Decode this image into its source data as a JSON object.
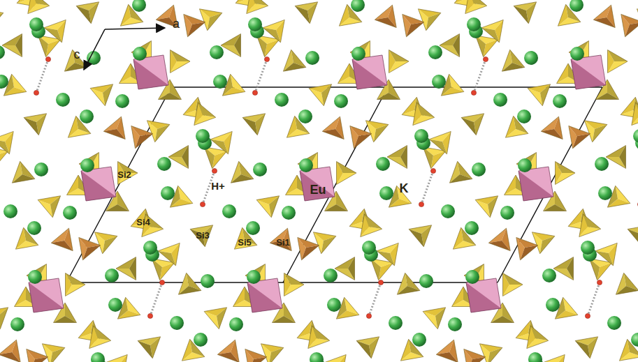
{
  "diagram": {
    "labels": [
      "a",
      "c",
      "Si2",
      "H+",
      "Eu",
      "K",
      "Si4",
      "Si3",
      "Si5",
      "Si1"
    ]
  }
}
